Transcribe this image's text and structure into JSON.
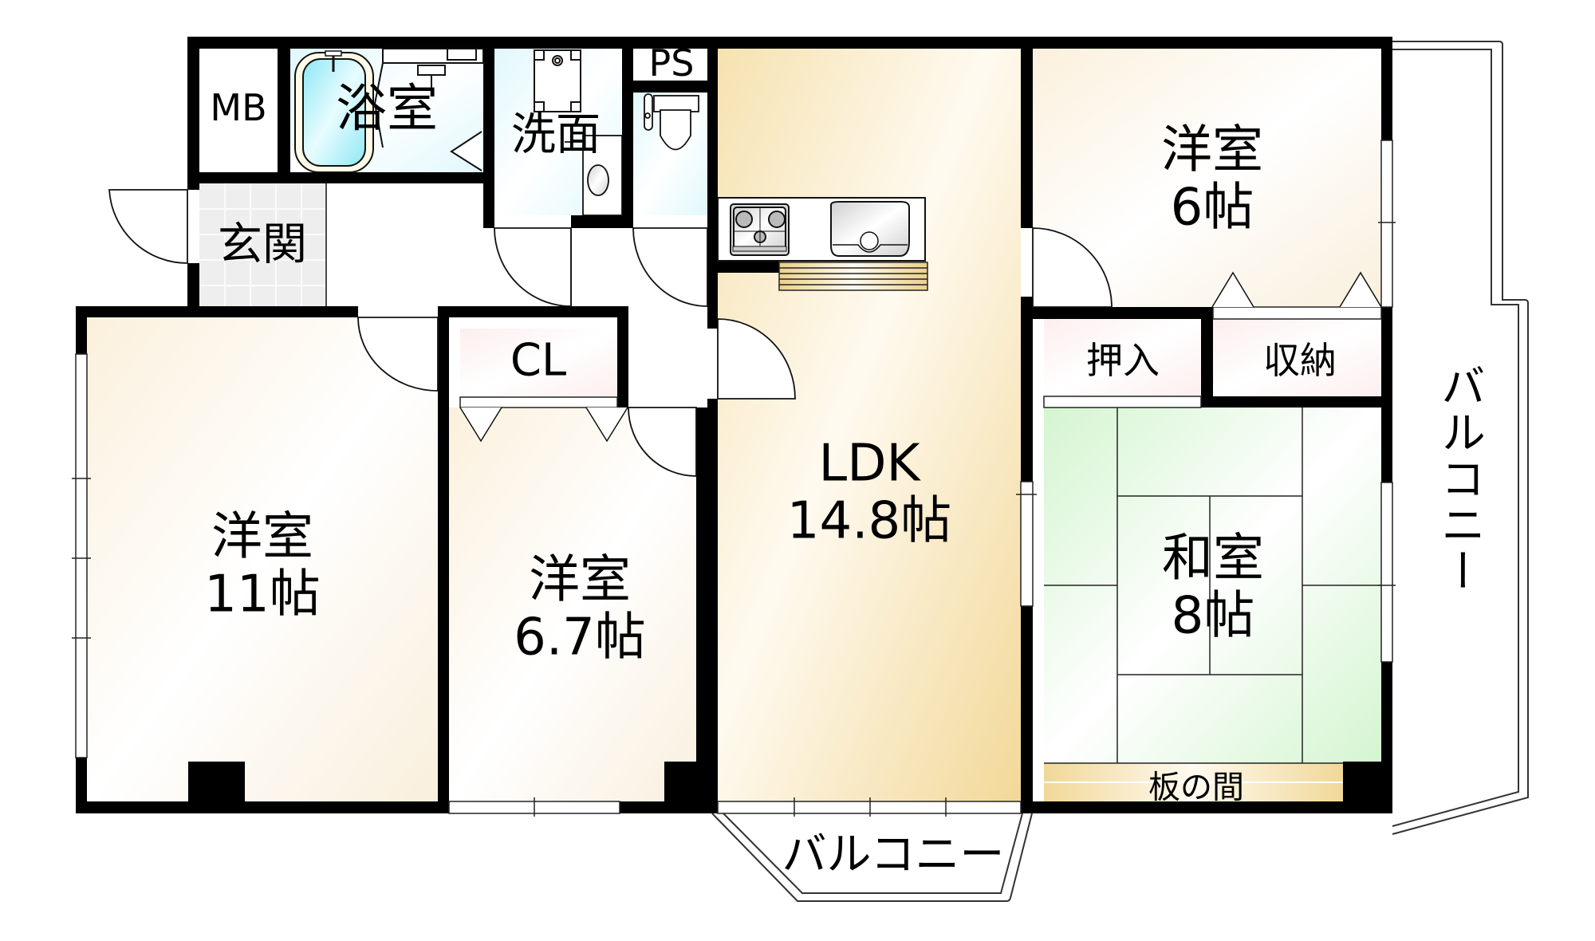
{
  "floor_plan": {
    "rooms": {
      "mb": {
        "name": "MB"
      },
      "bath": {
        "name": "浴室"
      },
      "washroom": {
        "name": "洗面"
      },
      "ps": {
        "name": "PS"
      },
      "entrance": {
        "name": "玄関"
      },
      "western_room_11": {
        "name": "洋室",
        "size": "11帖"
      },
      "closet_cl": {
        "name": "CL"
      },
      "western_room_6_7": {
        "name": "洋室",
        "size": "6.7帖"
      },
      "ldk": {
        "name": "LDK",
        "size": "14.8帖"
      },
      "western_room_6": {
        "name": "洋室",
        "size": "6帖"
      },
      "oshiire": {
        "name": "押入"
      },
      "storage": {
        "name": "収納"
      },
      "japanese_room": {
        "name": "和室",
        "size": "8帖"
      },
      "itanoma": {
        "name": "板の間"
      }
    },
    "balconies": {
      "south": {
        "name": "バルコニー"
      },
      "east": {
        "name": "バルコニー"
      }
    },
    "fixtures": [
      "bathtub-icon",
      "washing-machine-pan-icon",
      "wash-basin-icon",
      "toilet-icon",
      "gas-stove-icon",
      "kitchen-sink-icon",
      "kitchen-shelf-icon"
    ],
    "colors": {
      "wall": "#000000",
      "western_floor": "#fdf8ee",
      "ldk_floor": "#f6e2b0",
      "wet_area": "#e6fafd",
      "closet": "#fdf0f0",
      "tatami": "#dcf7d8",
      "itanoma": "#f2dca0",
      "entrance_tile": "#ececec"
    }
  }
}
